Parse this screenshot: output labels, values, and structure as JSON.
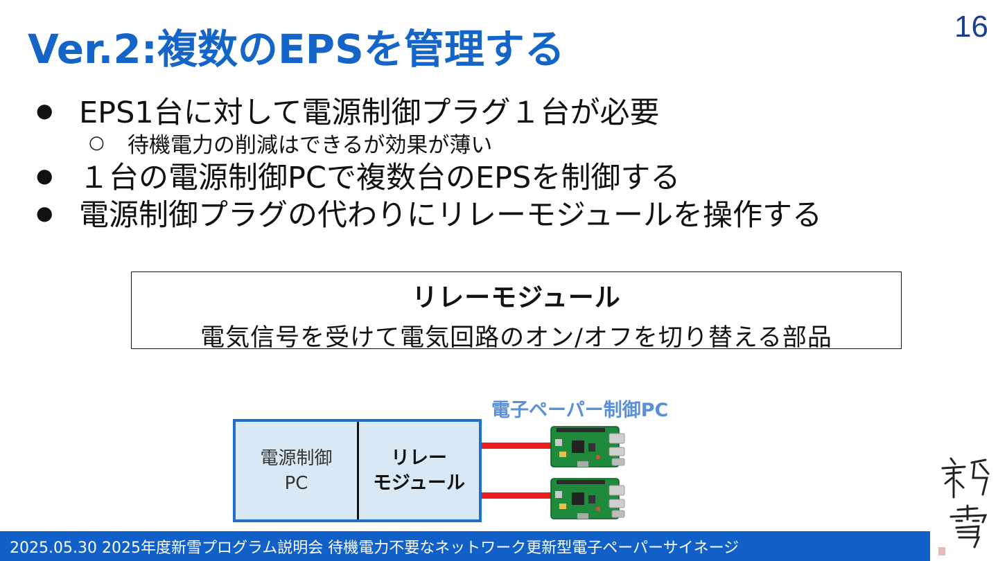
{
  "page_number": "16",
  "title": "Ver.2:複数のEPSを管理する",
  "bullets": [
    {
      "marker": "●",
      "text": "EPS1台に対して電源制御プラグ１台が必要"
    },
    {
      "marker": "○",
      "text": "待機電力の削減はできるが効果が薄い"
    },
    {
      "marker": "●",
      "text": "１台の電源制御PCで複数台のEPSを制御する"
    },
    {
      "marker": "●",
      "text": "電源制御プラグの代わりにリレーモジュールを操作する"
    }
  ],
  "definition": {
    "title": "リレーモジュール",
    "text": "電気信号を受けて電気回路のオン/オフを切り替える部品"
  },
  "diagram": {
    "epaper_pc_label": "電子ペーパー制御PC",
    "power_pc_line1": "電源制御",
    "power_pc_line2": "PC",
    "relay_line1": "リレー",
    "relay_line2": "モジュール",
    "board_icon": "raspberry-pi-board-icon",
    "colors": {
      "box_border": "#1f6fd1",
      "box_fill": "#d8e8f4",
      "wire": "#ec1c1c",
      "label": "#5b8fd6"
    }
  },
  "footer": {
    "text": "2025.05.30 2025年度新雪プログラム説明会 待機電力不要なネットワーク更新型電子ペーパーサイネージ"
  },
  "colors": {
    "title": "#1565c8",
    "footer_bg": "#1060c8",
    "page_number": "#1a3f8f"
  }
}
